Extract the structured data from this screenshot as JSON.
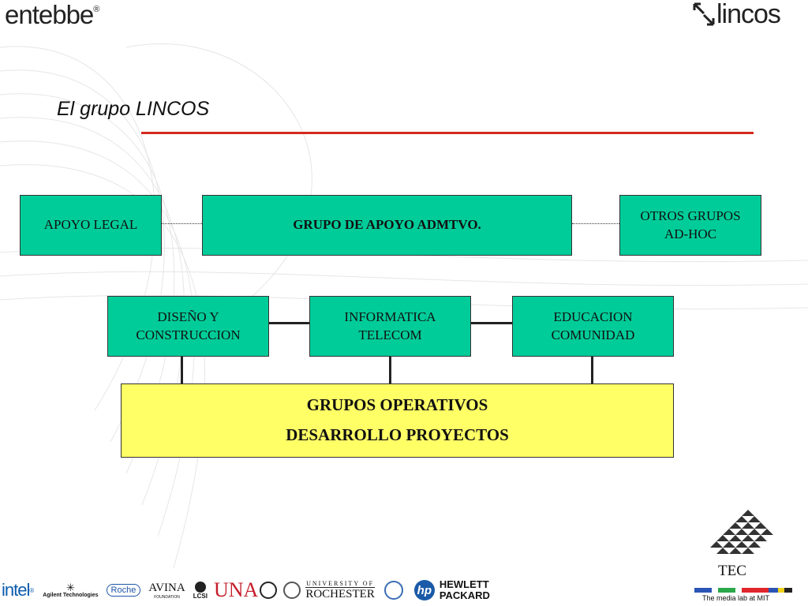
{
  "header": {
    "left_logo": "entebbe",
    "left_logo_mark": "®",
    "right_logo": "lincos",
    "right_logo_icon": "arrows-icon"
  },
  "slide": {
    "title": "El grupo LINCOS",
    "accent_color": "#d42a1e"
  },
  "org": {
    "top_row": [
      {
        "lines": [
          "APOYO LEGAL"
        ]
      },
      {
        "lines": [
          "GRUPO DE APOYO ADMTVO."
        ]
      },
      {
        "lines": [
          "OTROS GRUPOS",
          "AD-HOC"
        ]
      }
    ],
    "middle_row": [
      {
        "lines": [
          "DISEÑO Y",
          "CONSTRUCCION"
        ]
      },
      {
        "lines": [
          "INFORMATICA",
          "TELECOM"
        ]
      },
      {
        "lines": [
          "EDUCACION",
          "COMUNIDAD"
        ]
      }
    ],
    "bottom": {
      "lines": [
        "GRUPOS OPERATIVOS",
        "DESARROLLO PROYECTOS"
      ]
    },
    "colors": {
      "group_box": "#00cc99",
      "operative_box": "#ffff66"
    }
  },
  "partners": {
    "intel": "intel",
    "agilent": "Agilent Technologies",
    "roche": "Roche",
    "avina": "AVINA",
    "avina_sub": "FOUNDATION",
    "lcsi": "LCSI",
    "una": "UNA",
    "rochester_top": "UNIVERSITY OF",
    "rochester": "ROCHESTER",
    "hp": "hp",
    "hewlett": "HEWLETT",
    "packard": "PACKARD"
  },
  "footer": {
    "tec": "TEC",
    "mit": "The media lab at MIT"
  }
}
